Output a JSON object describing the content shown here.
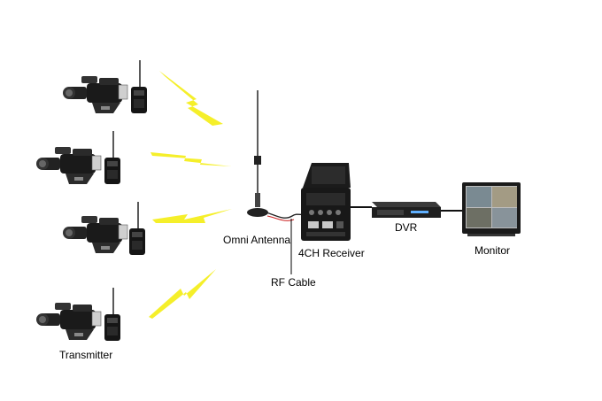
{
  "labels": {
    "transmitter": "Transmitter",
    "omni_antenna": "Omni Antenna",
    "rf_cable": "RF Cable",
    "receiver": "4CH Receiver",
    "dvr": "DVR",
    "monitor": "Monitor"
  },
  "transmitter_count": 4,
  "colors": {
    "signal": "#f5ef2a",
    "device": "#111111",
    "cable": "#222222"
  },
  "icons": [
    "camera-icon",
    "transmitter-box-icon",
    "signal-bolt-icon",
    "antenna-icon",
    "receiver-case-icon",
    "dvr-icon",
    "monitor-icon"
  ]
}
